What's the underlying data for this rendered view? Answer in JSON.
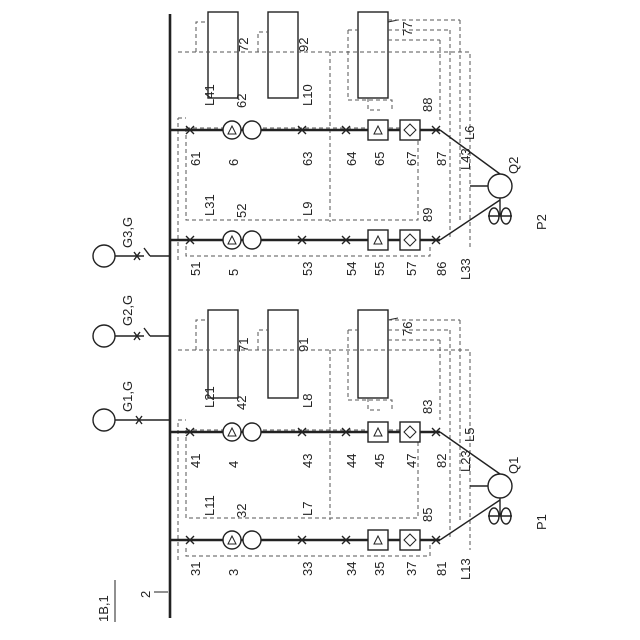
{
  "figure_label": "1B,1",
  "main_bus_label": "2",
  "generators": [
    {
      "label": "G1,G"
    },
    {
      "label": "G2,G"
    },
    {
      "label": "G3,G"
    }
  ],
  "top_boxes": [
    {
      "label": "71"
    },
    {
      "label": "91"
    },
    {
      "label": "76"
    },
    {
      "label": "72"
    },
    {
      "label": "92"
    },
    {
      "label": "77"
    }
  ],
  "pumps": [
    {
      "label": "Q1",
      "sub": "P1"
    },
    {
      "label": "Q2",
      "sub": "P2"
    }
  ],
  "units": [
    {
      "feeder": "L11",
      "breaker_a": "31",
      "transformer_id": "32",
      "transformer": "3",
      "breaker_b": "33",
      "line": "L7",
      "breaker_c": "34",
      "rectifier": "35",
      "inverter": "37",
      "breaker_d": "81",
      "motor_line": "L13",
      "link": "85"
    },
    {
      "feeder": "L21",
      "breaker_a": "41",
      "transformer_id": "42",
      "transformer": "4",
      "breaker_b": "43",
      "line": "L8",
      "breaker_c": "44",
      "rectifier": "45",
      "inverter": "47",
      "breaker_d": "82",
      "motor_line": "L23",
      "link": "83",
      "link2": "L5"
    },
    {
      "feeder": "L31",
      "breaker_a": "51",
      "transformer_id": "52",
      "transformer": "5",
      "breaker_b": "53",
      "line": "L9",
      "breaker_c": "54",
      "rectifier": "55",
      "inverter": "57",
      "breaker_d": "86",
      "motor_line": "L33",
      "link": "89"
    },
    {
      "feeder": "L41",
      "breaker_a": "61",
      "transformer_id": "62",
      "transformer": "6",
      "breaker_b": "63",
      "line": "L10",
      "breaker_c": "64",
      "rectifier": "65",
      "inverter": "67",
      "breaker_d": "87",
      "motor_line": "L43",
      "link": "88",
      "link2": "L6"
    }
  ]
}
